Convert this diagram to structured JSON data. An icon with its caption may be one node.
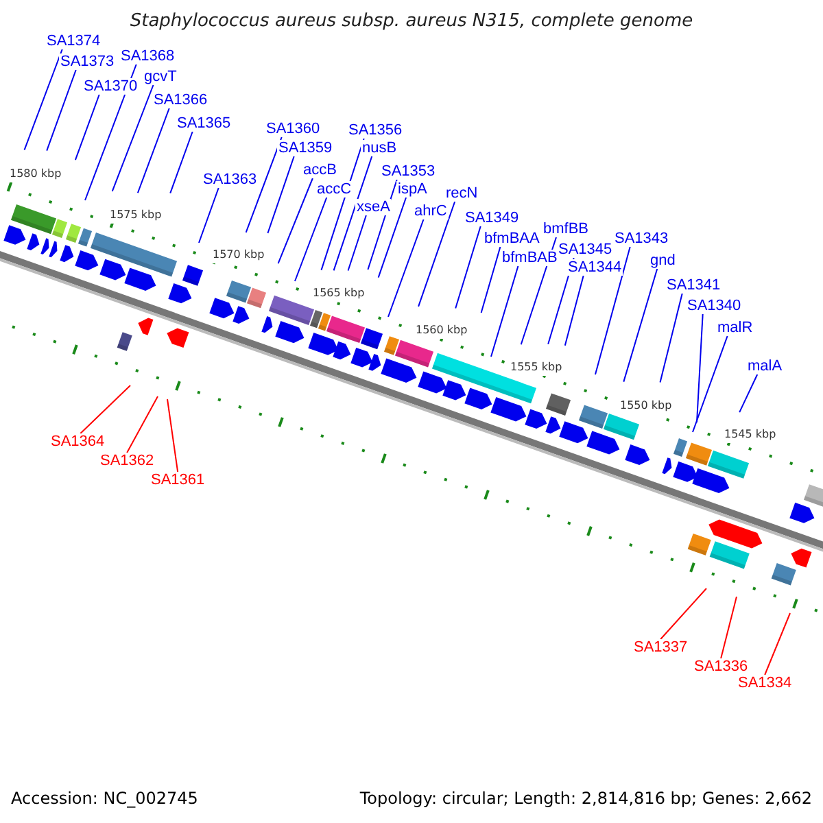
{
  "diagram": {
    "title": "Staphylococcus aureus subsp. aureus N315, complete genome",
    "nodes": [
      {
        "text": [
          "SA1374"
        ]
      },
      {
        "text": [
          "SA1373"
        ]
      },
      {
        "text": [
          "SA1368"
        ]
      },
      {
        "text": [
          "SA1370"
        ]
      },
      {
        "text": [
          "gcvT"
        ]
      },
      {
        "text": [
          "SA1366"
        ]
      },
      {
        "text": [
          "SA1365"
        ]
      },
      {
        "text": [
          "SA1360"
        ]
      },
      {
        "text": [
          "SA1356"
        ]
      },
      {
        "text": [
          "SA1359"
        ]
      },
      {
        "text": [
          "nusB"
        ]
      },
      {
        "text": [
          "accB"
        ]
      },
      {
        "text": [
          "SA1353"
        ]
      },
      {
        "text": [
          "SA1363"
        ]
      },
      {
        "text": [
          "accC"
        ]
      },
      {
        "text": [
          "ispA"
        ]
      },
      {
        "text": [
          "recN"
        ]
      },
      {
        "text": [
          "xseA"
        ]
      },
      {
        "text": [
          "ahrC"
        ]
      },
      {
        "text": [
          "SA1349"
        ]
      },
      {
        "text": [
          "bmfBB"
        ]
      },
      {
        "text": [
          "bfmBAA"
        ]
      },
      {
        "text": [
          "SA1343"
        ]
      },
      {
        "text": [
          "SA1345"
        ]
      },
      {
        "text": [
          "bfmBAB"
        ]
      },
      {
        "text": [
          "SA1344"
        ]
      },
      {
        "text": [
          "gnd"
        ]
      },
      {
        "text": [
          "SA1341"
        ]
      },
      {
        "text": [
          "SA1340"
        ]
      },
      {
        "text": [
          "malR"
        ]
      },
      {
        "text": [
          "malA"
        ]
      },
      {
        "text": [
          "SA1364"
        ]
      },
      {
        "text": [
          "SA1362"
        ]
      },
      {
        "text": [
          "SA1361"
        ]
      },
      {
        "text": [
          "SA1337"
        ]
      },
      {
        "text": [
          "SA1336"
        ]
      },
      {
        "text": [
          "SA1334"
        ]
      }
    ],
    "edges": [
      {
        "from": 0,
        "to": null,
        "arrow": "none"
      },
      {
        "from": 1,
        "to": null,
        "arrow": "none"
      },
      {
        "from": 2,
        "to": null,
        "arrow": "none"
      },
      {
        "from": 3,
        "to": null,
        "arrow": "none"
      },
      {
        "from": 4,
        "to": null,
        "arrow": "none"
      },
      {
        "from": 5,
        "to": null,
        "arrow": "none"
      },
      {
        "from": 6,
        "to": null,
        "arrow": "none"
      },
      {
        "from": 7,
        "to": null,
        "arrow": "none"
      },
      {
        "from": 8,
        "to": null,
        "arrow": "none"
      },
      {
        "from": 9,
        "to": null,
        "arrow": "none"
      },
      {
        "from": 10,
        "to": null,
        "arrow": "none"
      },
      {
        "from": 11,
        "to": null,
        "arrow": "none"
      },
      {
        "from": 12,
        "to": null,
        "arrow": "none"
      },
      {
        "from": 13,
        "to": null,
        "arrow": "none"
      },
      {
        "from": 14,
        "to": null,
        "arrow": "none"
      },
      {
        "from": 15,
        "to": null,
        "arrow": "none"
      },
      {
        "from": 16,
        "to": null,
        "arrow": "none"
      },
      {
        "from": 17,
        "to": null,
        "arrow": "none"
      },
      {
        "from": 18,
        "to": null,
        "arrow": "none"
      },
      {
        "from": 19,
        "to": null,
        "arrow": "none"
      },
      {
        "from": 20,
        "to": null,
        "arrow": "none"
      },
      {
        "from": 21,
        "to": null,
        "arrow": "none"
      },
      {
        "from": 22,
        "to": null,
        "arrow": "none"
      },
      {
        "from": 23,
        "to": null,
        "arrow": "none"
      },
      {
        "from": 24,
        "to": null,
        "arrow": "none"
      },
      {
        "from": 25,
        "to": null,
        "arrow": "none"
      },
      {
        "from": 26,
        "to": null,
        "arrow": "none"
      },
      {
        "from": 27,
        "to": null,
        "arrow": "none"
      },
      {
        "from": 28,
        "to": null,
        "arrow": "none"
      },
      {
        "from": 29,
        "to": null,
        "arrow": "none"
      },
      {
        "from": 30,
        "to": null,
        "arrow": "none"
      },
      {
        "from": 31,
        "to": null,
        "arrow": "none",
        "color": "#ff0000"
      },
      {
        "from": 32,
        "to": null,
        "arrow": "none",
        "color": "#ff0000"
      },
      {
        "from": 33,
        "to": null,
        "arrow": "none",
        "color": "#ff0000"
      },
      {
        "from": 34,
        "to": null,
        "arrow": "none",
        "color": "#ff0000"
      },
      {
        "from": 35,
        "to": null,
        "arrow": "none",
        "color": "#ff0000"
      },
      {
        "from": 36,
        "to": null,
        "arrow": "none",
        "color": "#ff0000"
      }
    ],
    "labels": [
      "1580 kbp",
      "1575 kbp",
      "1570 kbp",
      "1565 kbp",
      "1560 kbp",
      "1555 kbp",
      "1550 kbp",
      "1545 kbp",
      "Accession: NC_002745",
      "Topology: circular; Length: 2,814,816 bp; Genes: 2,662"
    ]
  }
}
